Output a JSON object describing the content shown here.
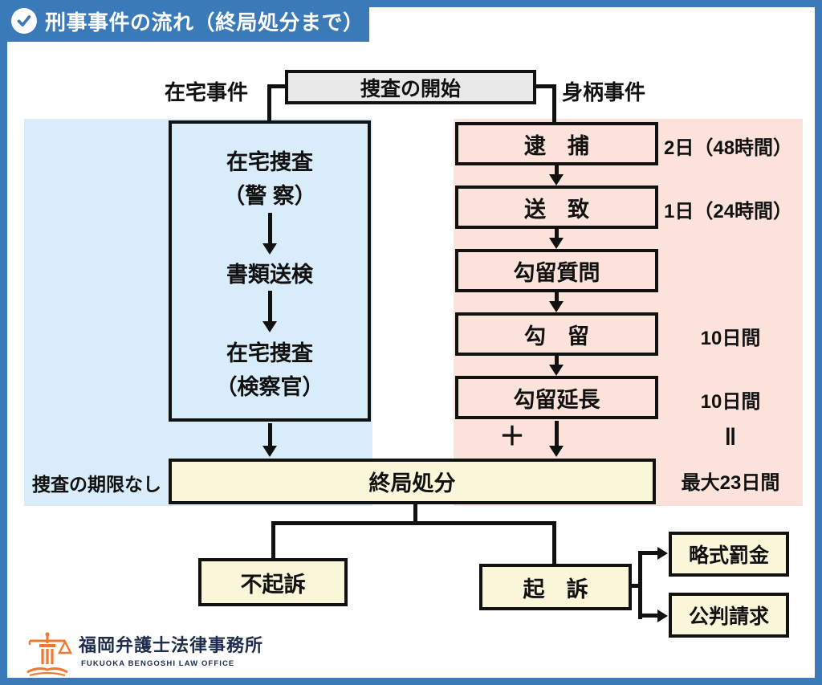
{
  "page": {
    "title": "刑事事件の流れ（終局処分まで）"
  },
  "top": {
    "left_label": "在宅事件",
    "start_box": "捜査の開始",
    "right_label": "身柄事件"
  },
  "left_flow": {
    "step1": "在宅捜査",
    "step1_sub": "（警 察）",
    "step2": "書類送検",
    "step3": "在宅捜査",
    "step3_sub": "（検察官）",
    "note": "捜査の期限なし"
  },
  "right_flow": {
    "boxes": [
      {
        "label": "逮　捕",
        "annotation": "2日（48時間）"
      },
      {
        "label": "送　致",
        "annotation": "1日（24時間）"
      },
      {
        "label": "勾留質問",
        "annotation": ""
      },
      {
        "label": "勾　留",
        "annotation": "10日間"
      },
      {
        "label": "勾留延長",
        "annotation": "10日間"
      }
    ],
    "plus": "＋",
    "equals": "‖",
    "total": "最大23日間"
  },
  "bottom_flow": {
    "final": "終局処分",
    "not_indicted": "不起訴",
    "indicted": "起　訴",
    "summary_fine": "略式罰金",
    "formal_trial": "公判請求"
  },
  "footer": {
    "office_name": "福岡弁護士法律事務所",
    "office_name_en": "FUKUOKA BENGOSHI LAW OFFICE"
  },
  "colors": {
    "header_blue": "#3a7ab8",
    "panel_blue": "#d9ecfa",
    "panel_pink": "#fbe3dc",
    "box_yellow": "#faf6da",
    "box_gray": "#e9e9e9",
    "line_black": "#111111",
    "logo_orange": "#f4772e",
    "logo_navy": "#1e2c4e"
  }
}
